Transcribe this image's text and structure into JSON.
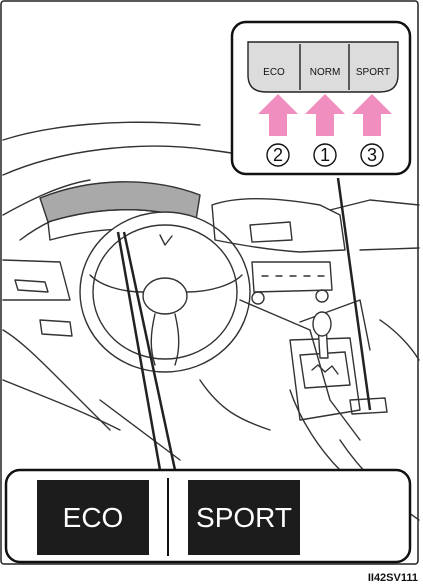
{
  "switch": {
    "buttons": [
      {
        "label": "ECO",
        "number": "2"
      },
      {
        "label": "NORM",
        "number": "1"
      },
      {
        "label": "SPORT",
        "number": "3"
      }
    ],
    "arrow_color": "#f08fbf"
  },
  "indicators": [
    {
      "text": "ECO",
      "color": "#1c1c1c"
    },
    {
      "text": "SPORT",
      "color": "#1c1c1c"
    }
  ],
  "figure_code": "II42SV111"
}
